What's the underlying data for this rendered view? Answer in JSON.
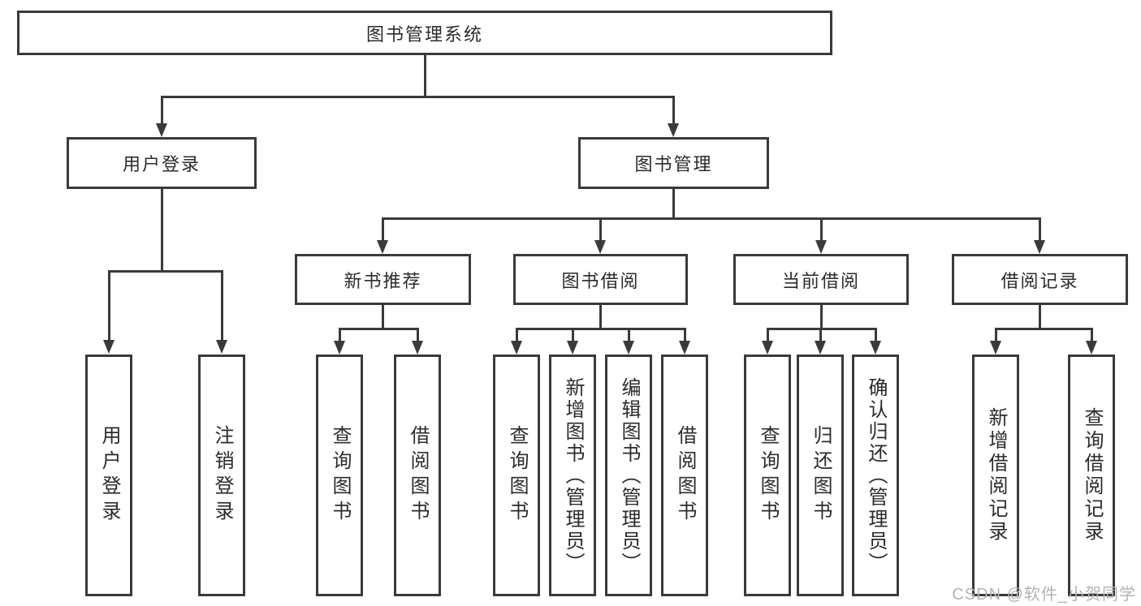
{
  "colors": {
    "line": "#3a3a3c",
    "box_border": "#3a3a3c",
    "text": "#2b2b2e",
    "background": "#ffffff",
    "watermark": "#b3b3b6"
  },
  "tree": {
    "root": {
      "label": "图书管理系统"
    },
    "branches": [
      {
        "label": "用户登录",
        "children": [
          {
            "label": "用户登录"
          },
          {
            "label": "注销登录"
          }
        ]
      },
      {
        "label": "图书管理",
        "groups": [
          {
            "label": "新书推荐",
            "children": [
              {
                "label": "查询图书"
              },
              {
                "label": "借阅图书"
              }
            ]
          },
          {
            "label": "图书借阅",
            "children": [
              {
                "label": "查询图书"
              },
              {
                "label": "新增图书（管理员）"
              },
              {
                "label": "编辑图书（管理员）"
              },
              {
                "label": "借阅图书"
              }
            ]
          },
          {
            "label": "当前借阅",
            "children": [
              {
                "label": "查询图书"
              },
              {
                "label": "归还图书"
              },
              {
                "label": "确认归还（管理员）"
              }
            ]
          },
          {
            "label": "借阅记录",
            "children": [
              {
                "label": "新增借阅记录"
              },
              {
                "label": "查询借阅记录"
              }
            ]
          }
        ]
      }
    ]
  },
  "watermark": {
    "text": "CSDN @软件_小贺同学"
  }
}
